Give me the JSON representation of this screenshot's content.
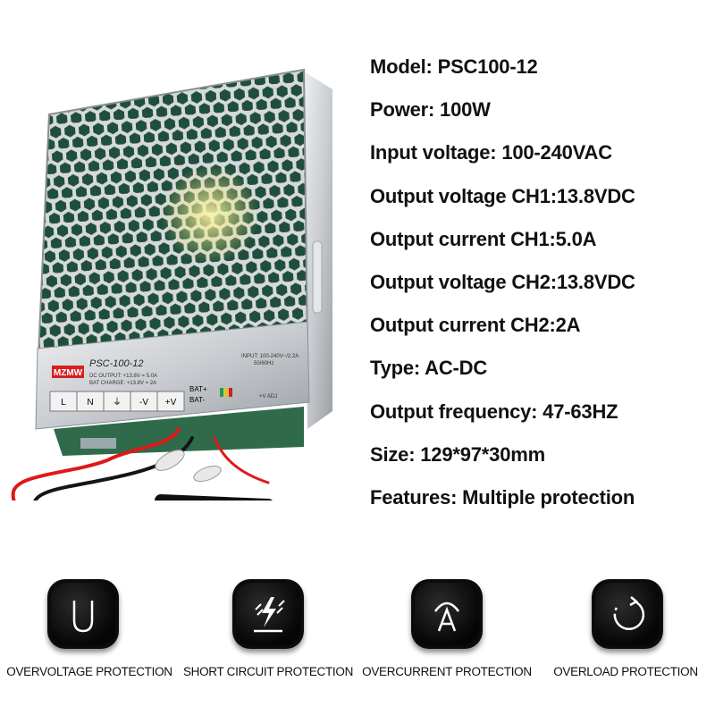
{
  "specs": [
    "Model: PSC100-12",
    "Power: 100W",
    "Input voltage: 100-240VAC",
    "Output voltage CH1:13.8VDC",
    "Output current CH1:5.0A",
    "Output voltage CH2:13.8VDC",
    "Output current CH2:2A",
    "Type: AC-DC",
    "Output frequency: 47-63HZ",
    "Size: 129*97*30mm",
    "Features: Multiple protection"
  ],
  "product_label": {
    "brand": "MZMW",
    "model": "PSC-100-12",
    "dc_output": "DC OUTPUT: +13.8V = 5.0A",
    "bat_charge": "BAT CHARGE: +13.8V = 2A",
    "input": "INPUT: 100-240V~/2.2A",
    "freq": "50/60Hz",
    "terminals": [
      "L",
      "N",
      "⏚",
      "-V",
      "+V"
    ],
    "bat_pos": "BAT+",
    "bat_neg": "BAT-",
    "adj": "+V ADJ"
  },
  "features": [
    {
      "label": "OVERVOLTAGE PROTECTION",
      "icon": "voltage-u-icon"
    },
    {
      "label": "SHORT CIRCUIT PROTECTION",
      "icon": "short-circuit-bolt-icon"
    },
    {
      "label": "OVERCURRENT PROTECTION",
      "icon": "current-a-icon"
    },
    {
      "label": "OVERLOAD PROTECTION",
      "icon": "overload-cycle-icon"
    }
  ],
  "colors": {
    "badge": "#0b0b0b",
    "brand_red": "#d42020",
    "wire_red": "#e01818",
    "wire_black": "#151515",
    "pcb_green": "#2f6b4a"
  }
}
